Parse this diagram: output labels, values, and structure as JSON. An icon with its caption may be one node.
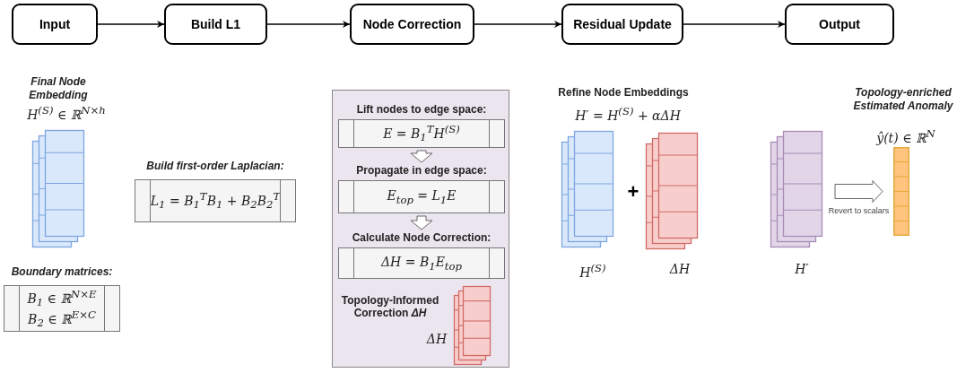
{
  "diagram": {
    "nodes": [
      {
        "text": [
          "Input"
        ]
      },
      {
        "text": [
          "Build L1"
        ]
      },
      {
        "text": [
          "Node Correction"
        ]
      },
      {
        "text": [
          "Residual Update"
        ]
      },
      {
        "text": [
          "Output"
        ]
      },
      {
        "text": [],
        "shape": "stack",
        "beside": [
          "Final Node Embedding",
          "H$^{(S)}$ ∈ ℝ$^{N×h}$"
        ]
      },
      {
        "text": [
          "Build first-order Laplacian:",
          "L$_{1}$ = B$_{1}$$^{T}$B$_{1}$ + B$_{2}$B$_{2}$$^{T}$"
        ]
      },
      {
        "text": [
          "Boundary matrices:",
          "B$_{1}$ ∈ ℝ$^{N×E}$",
          "B$_{2}$ ∈ ℝ$^{E×C}$"
        ]
      },
      {
        "text": [],
        "shape": "box"
      },
      {
        "text": [
          "Lift nodes to edge space:",
          "E = B$_{1}$$^{T}$H$^{(S)}$"
        ],
        "in": 8
      },
      {
        "text": [
          "Propagate in edge space:",
          "E$_{top}$ = L$_{1}$E"
        ],
        "in": 8
      },
      {
        "text": [
          "Calculate Node Correction:",
          "ΔH = B$_{1}$E$_{top}$"
        ],
        "in": 8
      },
      {
        "text": [],
        "shape": "stack",
        "in": 8,
        "beside": [
          "Topology-Informed Correction *ΔH*",
          "ΔH"
        ]
      },
      {
        "text": [],
        "shape": "stack",
        "beside": [
          "H$^{(S)}$"
        ]
      },
      {
        "text": [],
        "shape": "stack",
        "beside": [
          "ΔH"
        ]
      },
      {
        "text": [],
        "shape": "stack",
        "beside": [
          "H′"
        ]
      },
      {
        "text": [],
        "shape": "bar",
        "beside": [
          "Topology-enriched Estimated Anomaly",
          "ŷ(t) ∈ ℝ$^{N}$"
        ]
      }
    ],
    "edges": [
      {
        "from": 0,
        "to": 1,
        "arrow": "to"
      },
      {
        "from": 1,
        "to": 2,
        "arrow": "to"
      },
      {
        "from": 2,
        "to": 3,
        "arrow": "to"
      },
      {
        "from": 3,
        "to": 4,
        "arrow": "to"
      },
      {
        "from": 9,
        "to": 10,
        "arrow": "to",
        "style": "thick"
      },
      {
        "from": 10,
        "to": 11,
        "arrow": "to",
        "style": "thick"
      },
      {
        "from": 15,
        "to": 16,
        "arrow": "to",
        "style": "thick",
        "label": "Revert to scalars"
      }
    ],
    "labels": [
      "Refine Node Embeddings",
      "H′ = H$^{(S)}$ + αΔH",
      "+"
    ]
  }
}
